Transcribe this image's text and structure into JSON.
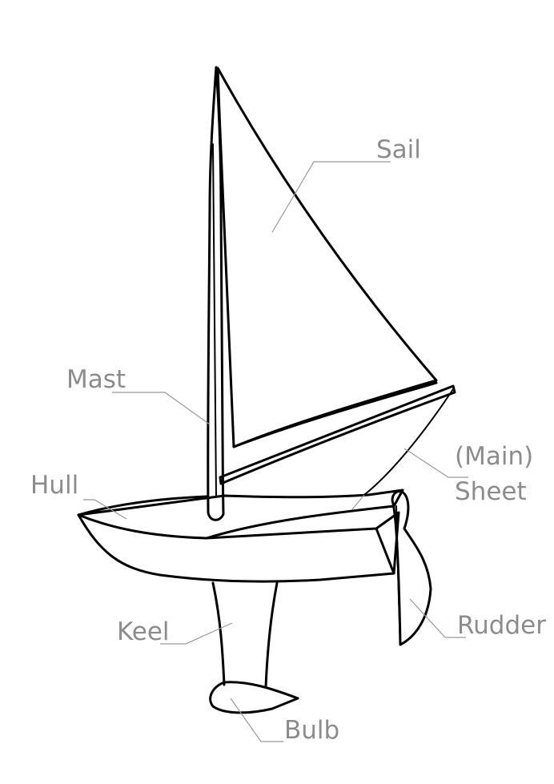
{
  "labels": {
    "sail": "Sail",
    "mast": "Mast",
    "hull": "Hull",
    "main": "(Main)",
    "sheet": "Sheet",
    "keel": "Keel",
    "rudder": "Rudder",
    "bulb": "Bulb"
  },
  "colors": {
    "label": "#8c8c8c",
    "leader": "#999999",
    "outline": "#000000"
  }
}
